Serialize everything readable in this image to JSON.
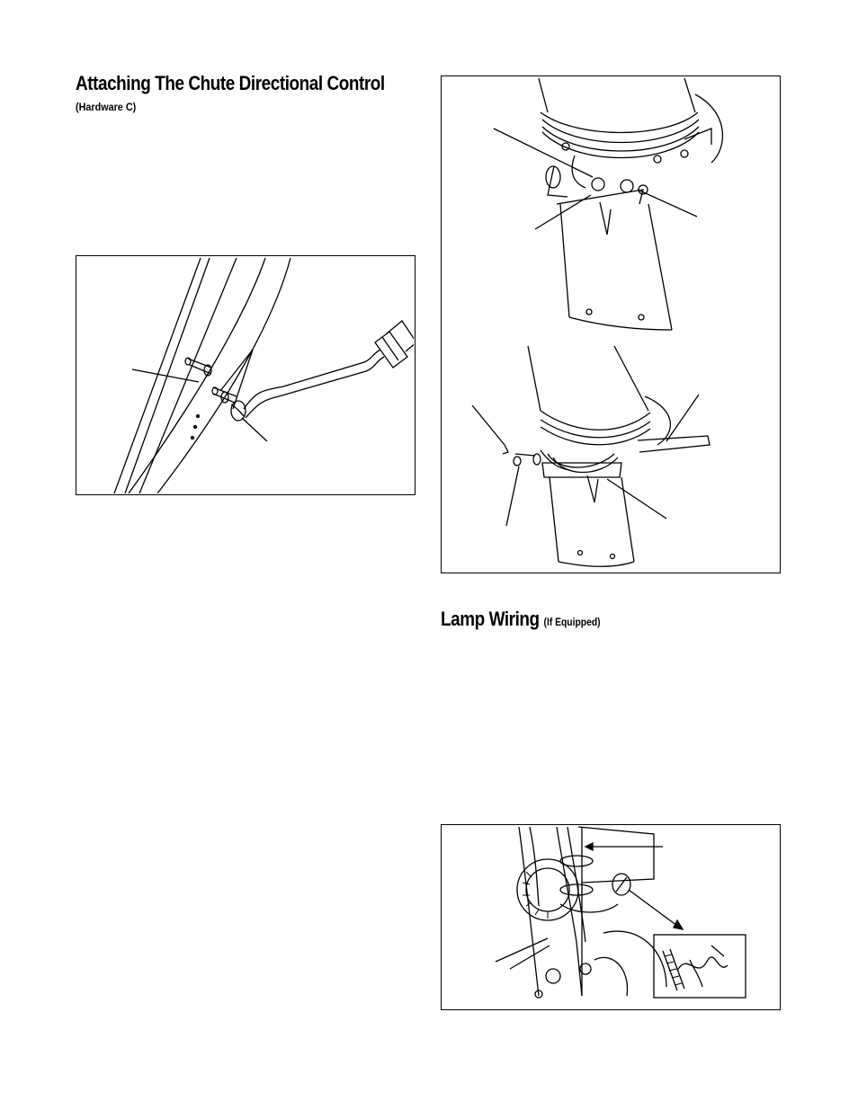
{
  "section1": {
    "title": "Attaching The Chute Directional Control",
    "subtitle": "(Hardware C)"
  },
  "section2": {
    "title": "Lamp Wiring",
    "subtitle": "(If Equipped)"
  },
  "figures": {
    "fig1": "chute-directional-control-figure",
    "fig2": "chute-assembly-figure",
    "fig3": "lamp-wiring-figure"
  }
}
